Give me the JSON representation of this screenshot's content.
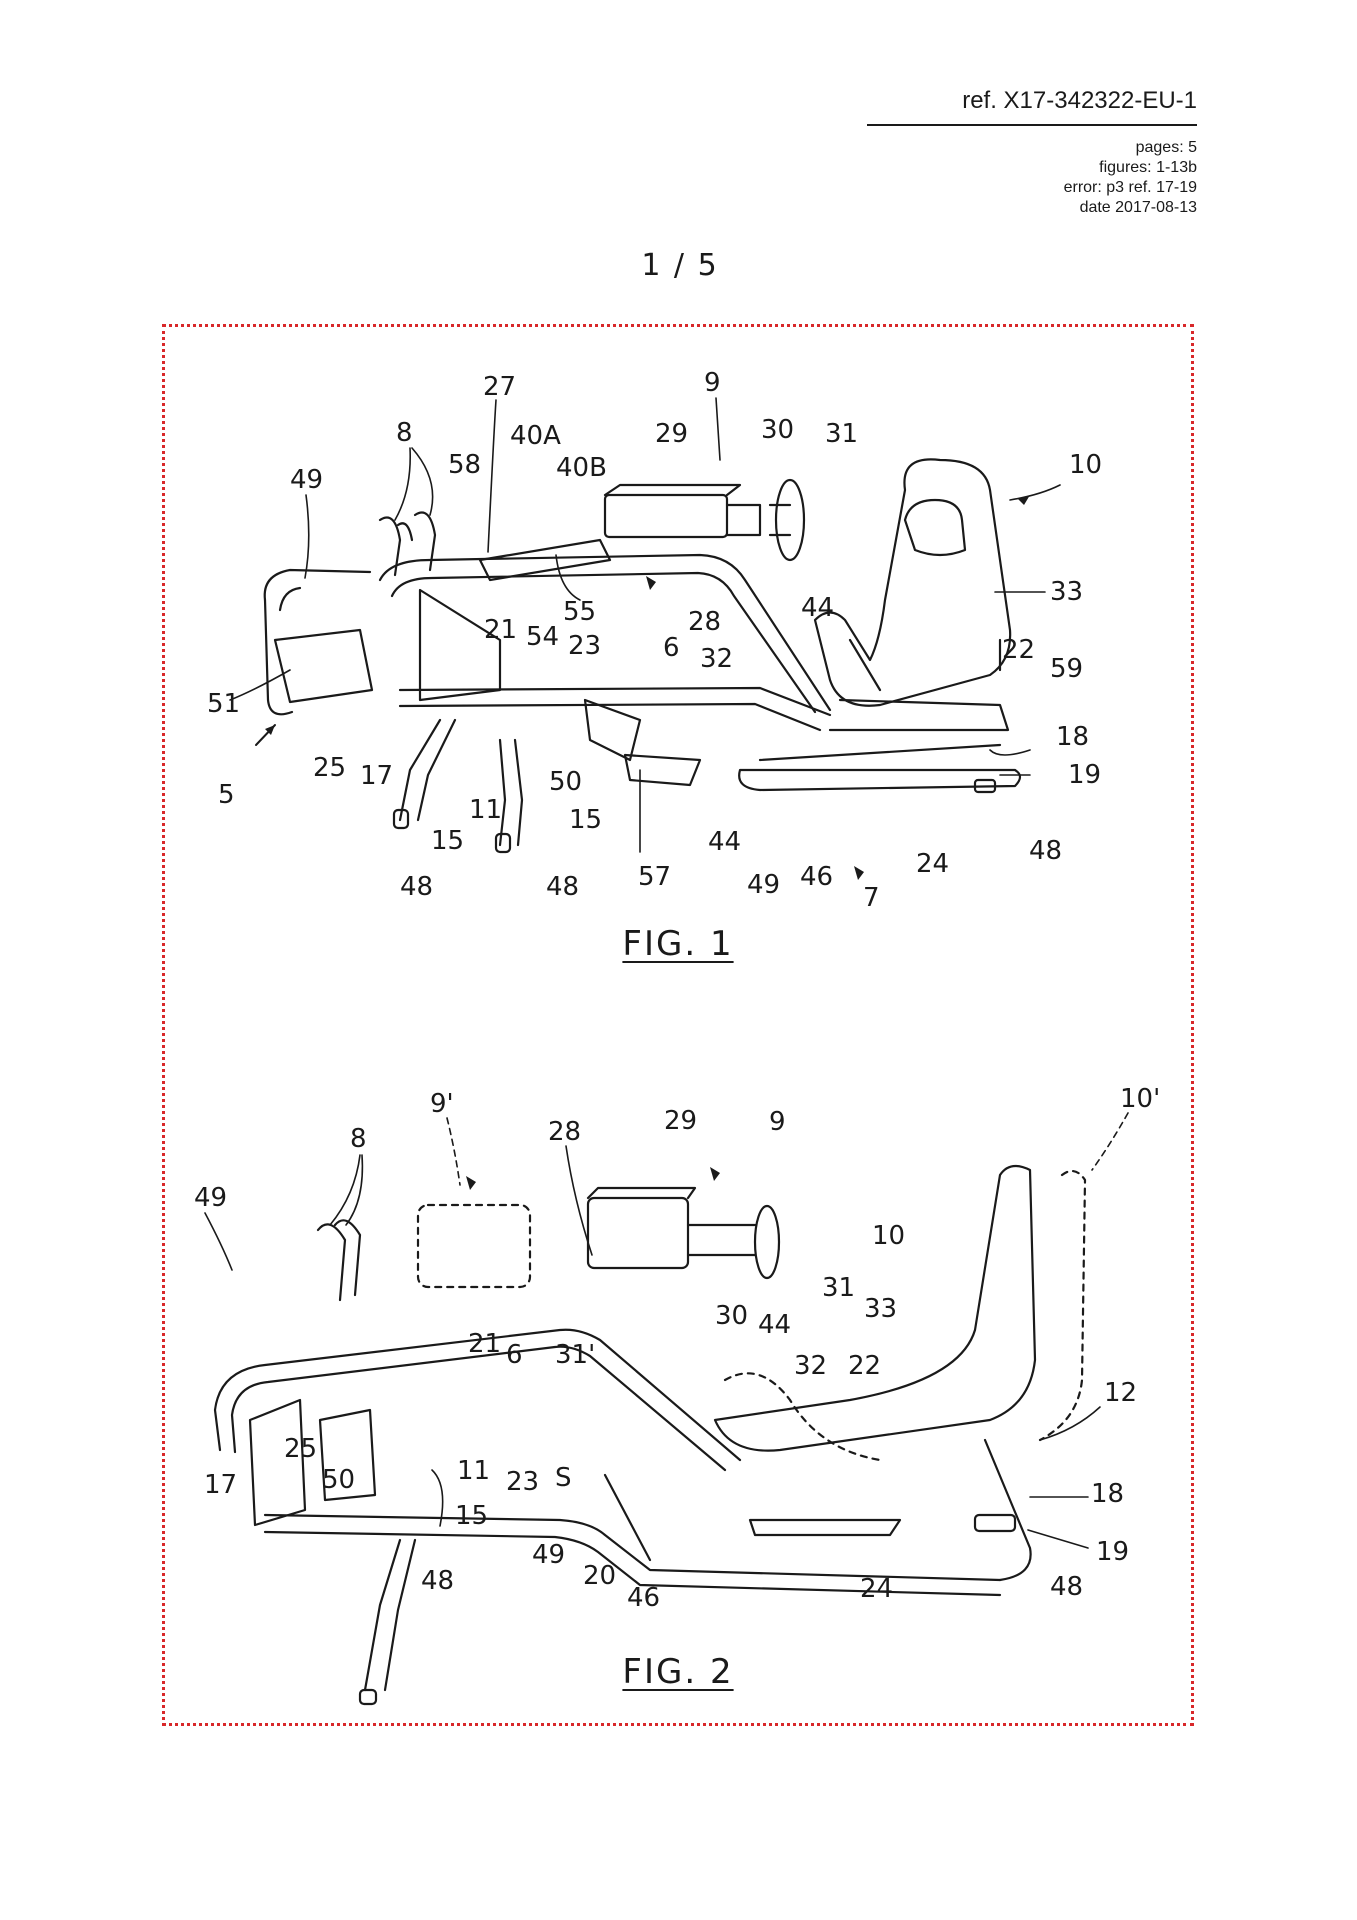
{
  "header": {
    "ref": "ref. X17-342322-EU-1",
    "pages": "pages: 5",
    "figures": "figures: 1-13b",
    "error": "error: p3 ref. 17-19",
    "date": "date 2017-08-13"
  },
  "page_number": "1 / 5",
  "colors": {
    "frame_dots": "#d8282a",
    "ink": "#1a1a1a"
  },
  "fig1": {
    "caption": "FIG. 1",
    "labels": [
      "27",
      "9",
      "8",
      "40A",
      "29",
      "30",
      "31",
      "10",
      "58",
      "40B",
      "49",
      "33",
      "55",
      "54",
      "44",
      "21",
      "23",
      "28",
      "6",
      "32",
      "22",
      "59",
      "51",
      "18",
      "25",
      "17",
      "50",
      "19",
      "5",
      "15",
      "11",
      "15",
      "44",
      "46",
      "24",
      "48",
      "48",
      "57",
      "49",
      "7",
      "48"
    ]
  },
  "fig2": {
    "caption": "FIG. 2",
    "labels": [
      "9'",
      "10'",
      "28",
      "29",
      "9",
      "8",
      "49",
      "10",
      "33",
      "31",
      "30",
      "44",
      "21",
      "6",
      "31'",
      "32",
      "22",
      "12",
      "17",
      "25",
      "50",
      "11",
      "23",
      "S",
      "18",
      "15",
      "49",
      "20",
      "46",
      "24",
      "19",
      "48",
      "48"
    ]
  }
}
